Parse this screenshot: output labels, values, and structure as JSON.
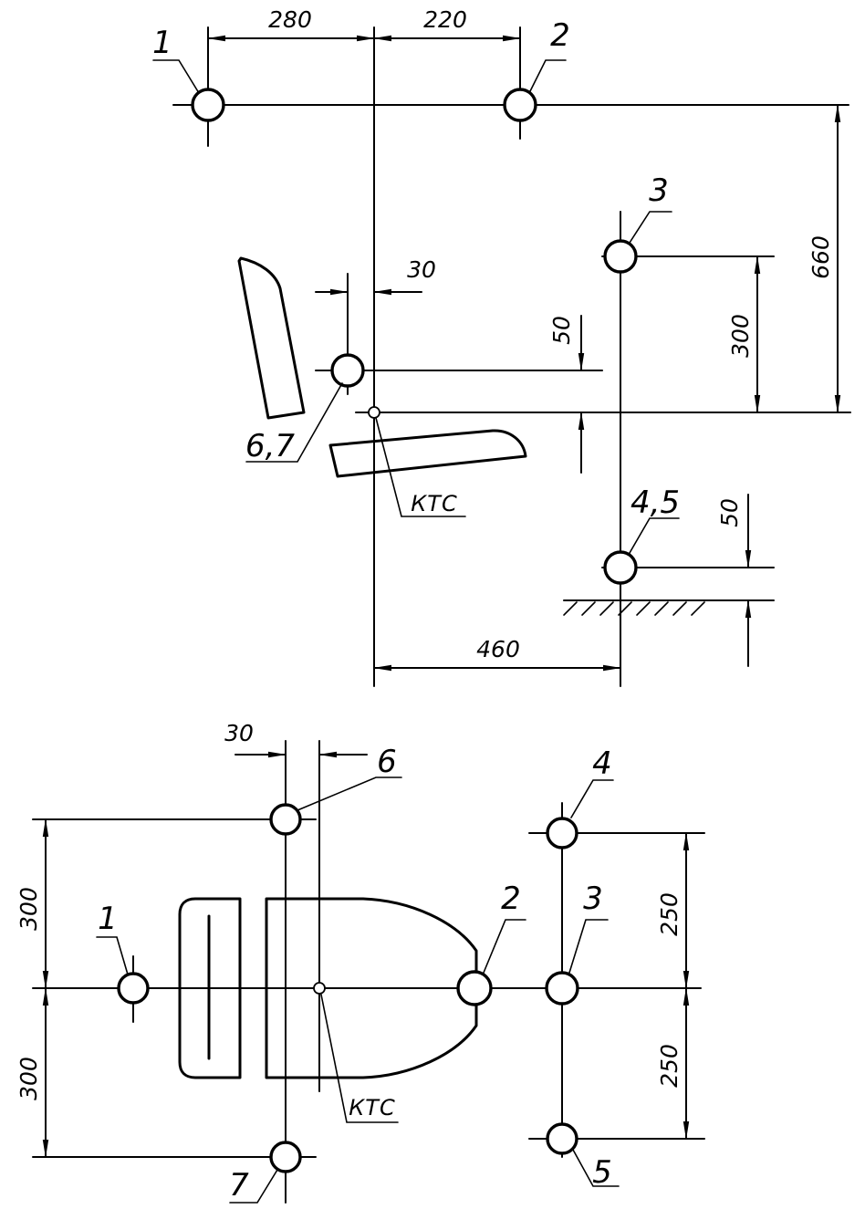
{
  "top_view": {
    "dims": {
      "d280": "280",
      "d220": "220",
      "d30": "30",
      "d50a": "50",
      "d300": "300",
      "d660": "660",
      "d50b": "50",
      "d460": "460"
    },
    "labels": {
      "p1": "1",
      "p2": "2",
      "p3": "3",
      "p45": "4,5",
      "p67": "6,7",
      "ktc": "КТС"
    }
  },
  "plan_view": {
    "dims": {
      "d30": "30",
      "d300a": "300",
      "d300b": "300",
      "d250a": "250",
      "d250b": "250"
    },
    "labels": {
      "p1": "1",
      "p2": "2",
      "p3": "3",
      "p4": "4",
      "p5": "5",
      "p6": "6",
      "p7": "7",
      "ktc": "КТС"
    }
  }
}
